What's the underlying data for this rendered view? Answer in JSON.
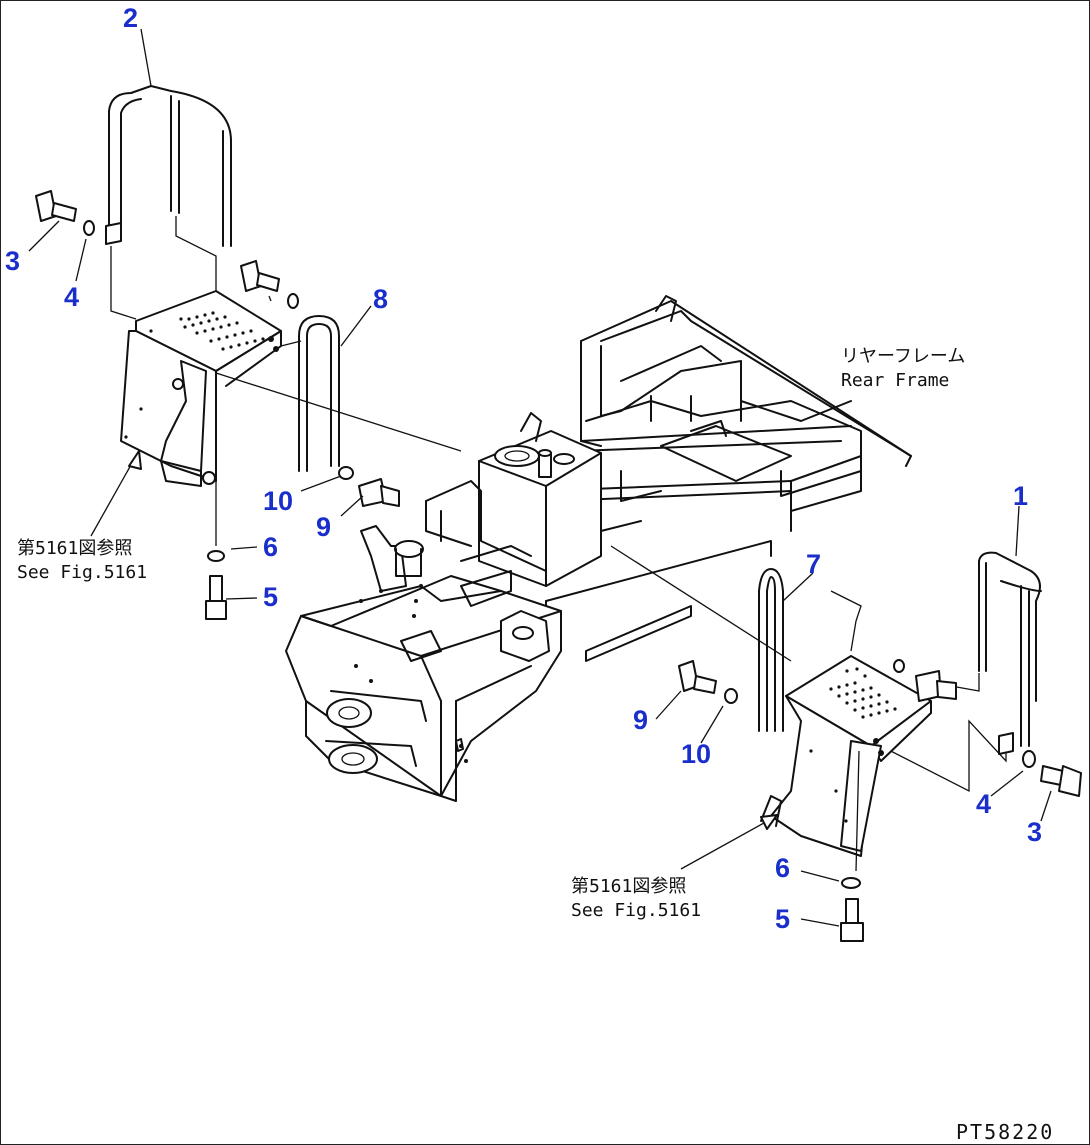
{
  "drawing_code": "PT58220",
  "callout_color": "#1a2ecc",
  "frame_label": {
    "jp": "リヤーフレーム",
    "en": "Rear Frame"
  },
  "references": {
    "left": {
      "jp": "第5161図参照",
      "en": "See Fig.5161"
    },
    "right": {
      "jp": "第5161図参照",
      "en": "See Fig.5161"
    }
  },
  "callouts": {
    "left": {
      "handrail": "2",
      "bolt_upper": "3",
      "washer_upper": "4",
      "grab_bar": "8",
      "washer_mid": "10",
      "bolt_mid": "9",
      "washer_lower": "6",
      "bolt_lower": "5"
    },
    "right": {
      "handrail": "1",
      "grab_bar": "7",
      "bolt_mid": "9",
      "washer_mid": "10",
      "washer_upper": "4",
      "bolt_upper": "3",
      "washer_lower": "6",
      "bolt_lower": "5"
    }
  }
}
